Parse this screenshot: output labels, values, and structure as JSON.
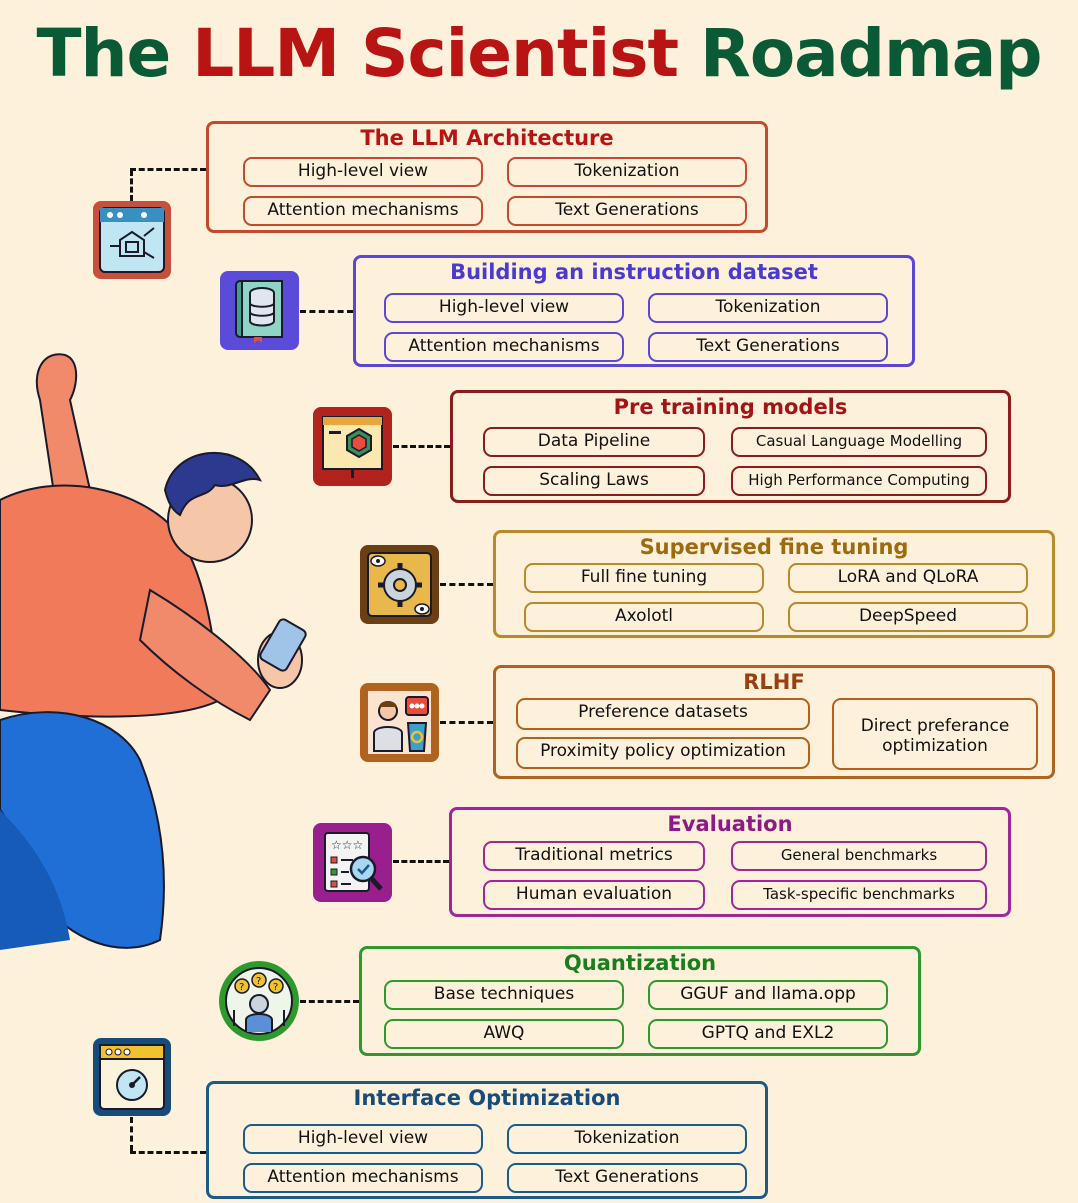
{
  "title": {
    "part1": "The ",
    "part2": "LLM Scientist",
    "part3": " Roadmap"
  },
  "colors": {
    "background": "#fdf1db",
    "title_green": "#0b5a36",
    "title_red": "#b81414"
  },
  "sections": [
    {
      "title": "The LLM Architecture",
      "color": "#c44a2b",
      "title_color": "#b81414",
      "icon": "web-hierarchy-icon",
      "items": [
        "High-level view",
        "Tokenization",
        "Attention mechanisms",
        "Text Generations"
      ]
    },
    {
      "title": "Building an instruction dataset",
      "color": "#5b47d6",
      "title_color": "#4b3ad0",
      "icon": "database-book-icon",
      "items": [
        "High-level view",
        "Tokenization",
        "Attention mechanisms",
        "Text Generations"
      ]
    },
    {
      "title": "Pre training models",
      "color": "#8c1c1c",
      "title_color": "#a31515",
      "icon": "network-presentation-icon",
      "items": [
        "Data Pipeline",
        "Casual Language Modelling",
        "Scaling Laws",
        "High Performance Computing"
      ]
    },
    {
      "title": "Supervised fine tuning",
      "color": "#b88a2a",
      "title_color": "#9c6a10",
      "icon": "gear-wrench-icon",
      "items": [
        "Full fine tuning",
        "LoRA and QLoRA",
        "Axolotl",
        "DeepSpeed"
      ]
    },
    {
      "title": "RLHF",
      "color": "#b0621f",
      "title_color": "#9a3f10",
      "icon": "person-recycle-icon",
      "items": [
        "Preference datasets",
        "Proximity policy optimization",
        "Direct preferance optimization"
      ]
    },
    {
      "title": "Evaluation",
      "color": "#a0269c",
      "title_color": "#8e1a8a",
      "icon": "checklist-magnifier-icon",
      "items": [
        "Traditional metrics",
        "General benchmarks",
        "Human evaluation",
        "Task-specific benchmarks"
      ]
    },
    {
      "title": "Quantization",
      "color": "#2e9a2e",
      "title_color": "#1c7d1c",
      "icon": "people-question-icon",
      "items": [
        "Base techniques",
        "GGUF and llama.opp",
        "AWQ",
        "GPTQ and EXL2"
      ]
    },
    {
      "title": "Interface Optimization",
      "color": "#1c5a8c",
      "title_color": "#174b7a",
      "icon": "browser-gauge-icon",
      "items": [
        "High-level view",
        "Tokenization",
        "Attention mechanisms",
        "Text Generations"
      ]
    }
  ]
}
